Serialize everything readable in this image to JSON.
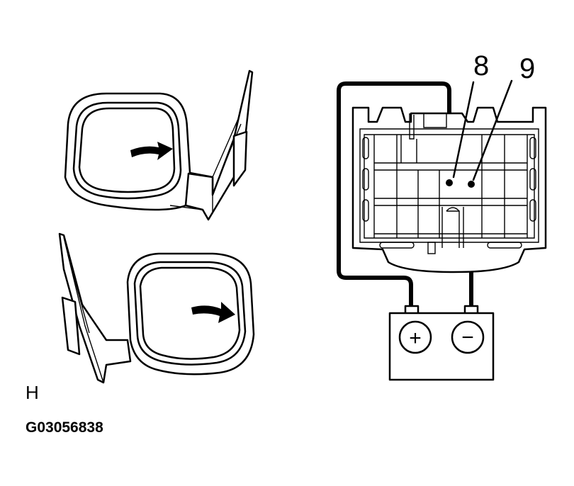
{
  "callouts": {
    "positive_terminal": "8",
    "negative_terminal": "9"
  },
  "battery": {
    "positive_sign": "+",
    "negative_sign": "−"
  },
  "view_letter": "H",
  "figure_code": "G03056838",
  "icons": {
    "upper_mirror": "side-mirror-icon",
    "lower_mirror": "side-mirror-icon",
    "upper_arrow": "curved-arrow-icon",
    "lower_arrow": "curved-arrow-icon",
    "connector": "mirror-connector-icon",
    "battery": "battery-icon"
  }
}
